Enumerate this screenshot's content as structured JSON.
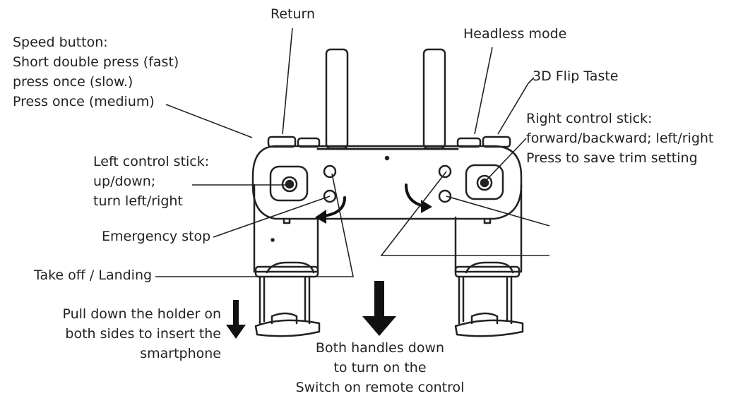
{
  "labels": {
    "return": "Return",
    "speed": [
      "Speed button:",
      "Short double press (fast)",
      "press once (slow.)",
      "Press once (medium)"
    ],
    "headless": "Headless mode",
    "flip": "3D Flip Taste",
    "right_stick": [
      "Right control stick:",
      "forward/backward; left/right",
      "Press to save trim setting"
    ],
    "left_stick": [
      "Left control stick:",
      "up/down;",
      "turn left/right"
    ],
    "emergency": "Emergency stop",
    "takeoff": "Take off / Landing",
    "holder": [
      "Pull down the holder on",
      "both sides to insert the",
      "smartphone"
    ],
    "switch_on": [
      "Both handles down",
      "to turn on the",
      "Switch on remote control"
    ]
  }
}
